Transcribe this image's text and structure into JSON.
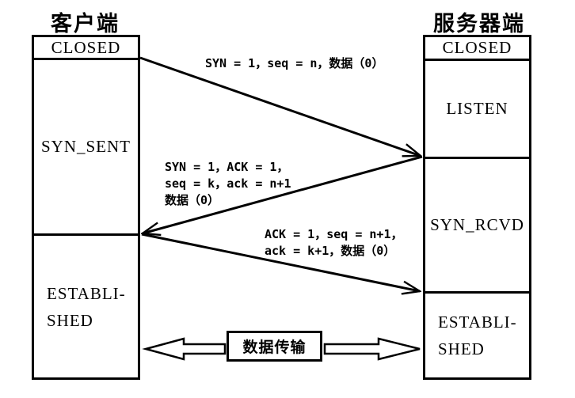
{
  "diagram": {
    "client": {
      "title": "客户端",
      "states": {
        "closed": "CLOSED",
        "syn_sent": "SYN_SENT",
        "established_line1": "ESTABLI-",
        "established_line2": "SHED"
      }
    },
    "server": {
      "title": "服务器端",
      "states": {
        "closed": "CLOSED",
        "listen": "LISTEN",
        "syn_rcvd": "SYN_RCVD",
        "established_line1": "ESTABLI-",
        "established_line2": "SHED"
      }
    },
    "messages": {
      "syn": {
        "line1": "SYN = 1，seq = n，数据（0）"
      },
      "syn_ack": {
        "line1": "SYN = 1，ACK = 1，",
        "line2": "seq = k，ack = n+1",
        "line3": "数据（0）"
      },
      "ack": {
        "line1": "ACK = 1，seq = n+1，",
        "line2": "ack = k+1，数据（0）"
      }
    },
    "data_transfer": {
      "label": "数据传输"
    },
    "colors": {
      "line": "#000000",
      "background": "#ffffff"
    }
  }
}
